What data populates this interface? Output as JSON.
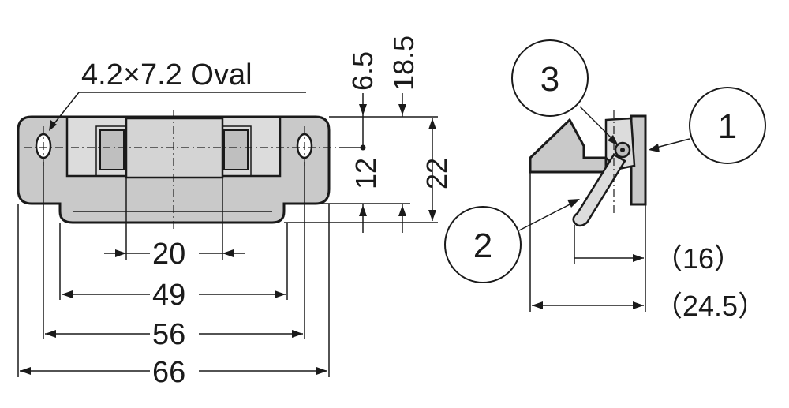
{
  "front_view": {
    "oval_label": "4.2×7.2 Oval",
    "dim_6_5": "6.5",
    "dim_18_5": "18.5",
    "dim_12": "12",
    "dim_22": "22",
    "dim_20": "20",
    "dim_49": "49",
    "dim_56": "56",
    "dim_66": "66"
  },
  "side_view": {
    "callout_1": "1",
    "callout_2": "2",
    "callout_3": "3",
    "dim_16": "（16）",
    "dim_24_5": "（24.5）"
  }
}
